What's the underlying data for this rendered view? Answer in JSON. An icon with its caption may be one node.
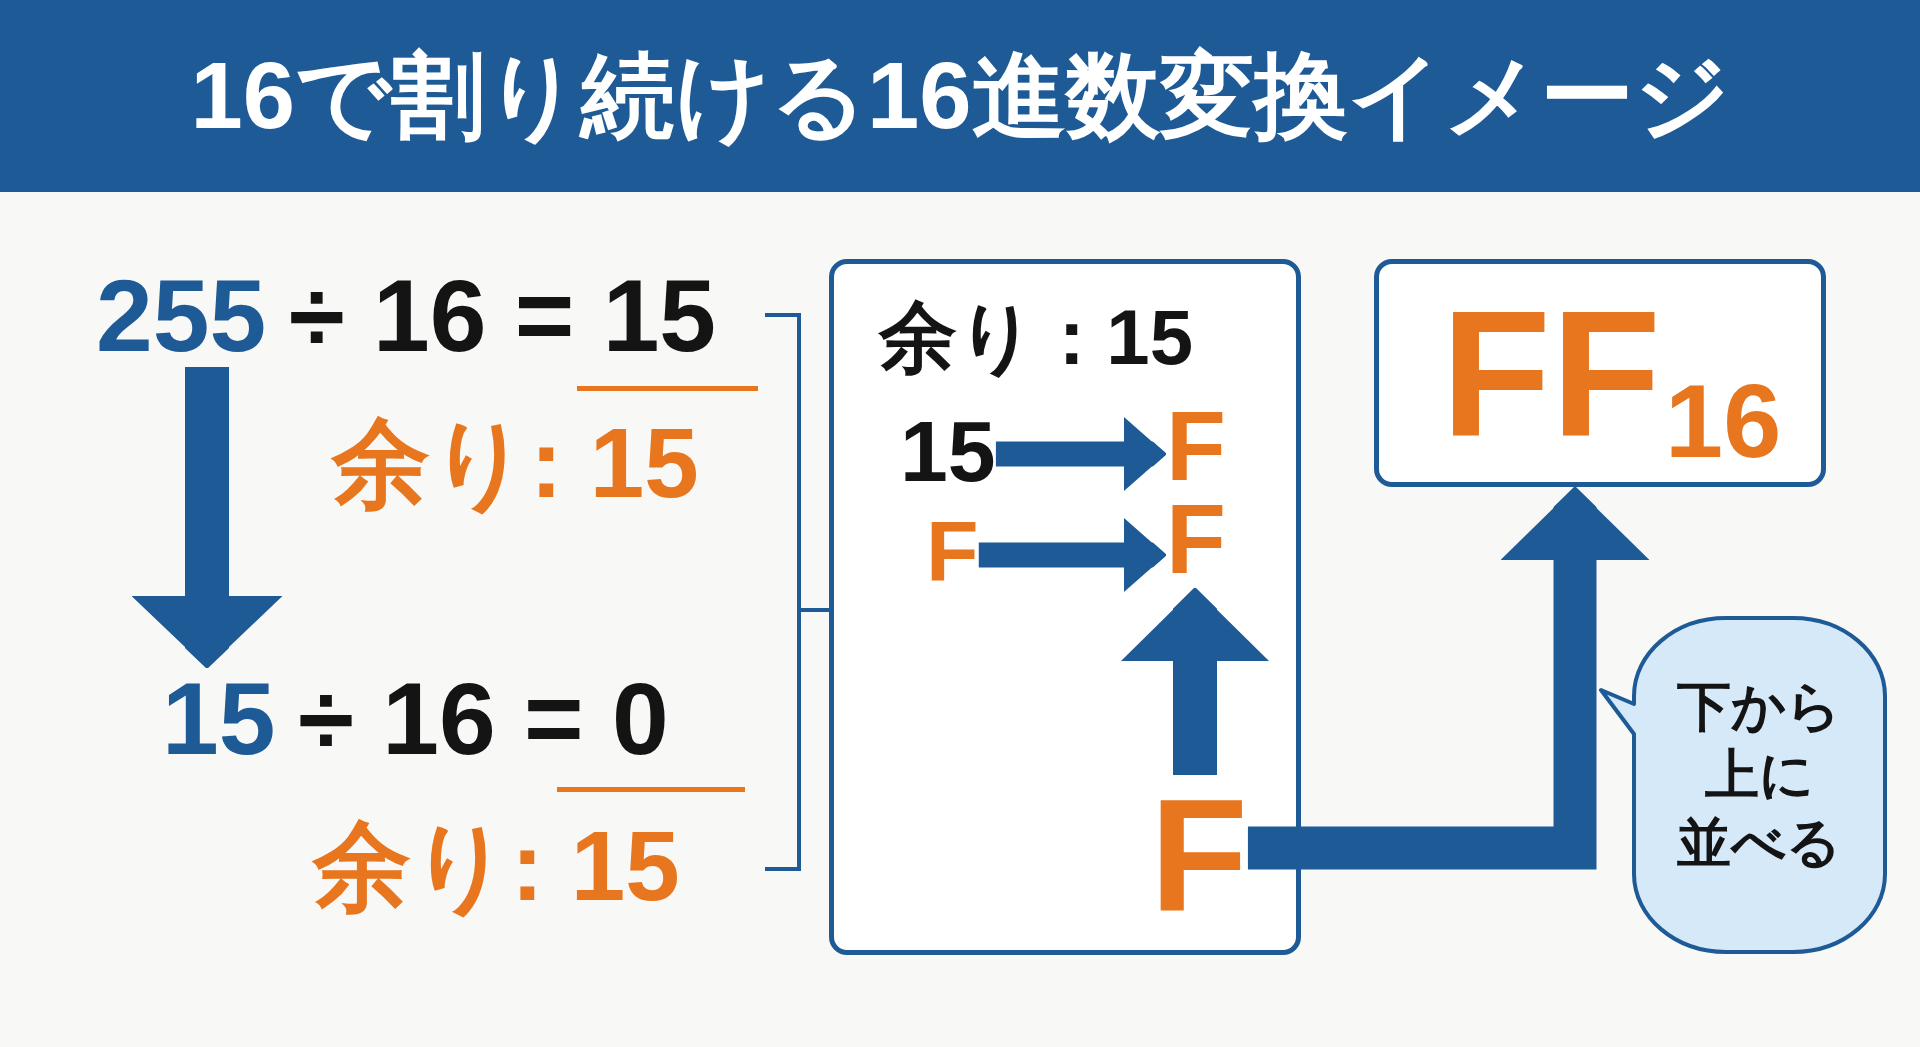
{
  "diagram": {
    "title": "16で割り続ける16進数変換イメージ",
    "nodes": [
      {
        "text": [
          "255",
          "÷ 16 = 15"
        ]
      },
      {
        "text": [
          "余り: 15"
        ]
      },
      {
        "text": [
          "15",
          "÷ 16 = 0"
        ]
      },
      {
        "text": [
          "余り: 15"
        ]
      },
      {
        "text": [],
        "shape": "box"
      },
      {
        "text": [
          "余り : 15"
        ],
        "in": 4
      },
      {
        "text": [
          "15"
        ],
        "in": 4
      },
      {
        "text": [
          "F"
        ],
        "in": 4
      },
      {
        "text": [
          "F"
        ],
        "in": 4
      },
      {
        "text": [
          "F"
        ],
        "in": 4
      },
      {
        "text": [
          "F"
        ],
        "in": 4
      },
      {
        "text": [
          "FF$_{16}$"
        ]
      },
      {
        "text": [
          "下から上に並べる"
        ]
      }
    ],
    "edges": [
      {
        "from": 0,
        "to": 2,
        "arrow": "to"
      },
      {
        "from": 6,
        "to": 7,
        "arrow": "to"
      },
      {
        "from": 8,
        "to": 9,
        "arrow": "to"
      },
      {
        "from": 10,
        "to": 9,
        "arrow": "to"
      },
      {
        "from": 10,
        "to": 11,
        "arrow": "to"
      }
    ]
  }
}
